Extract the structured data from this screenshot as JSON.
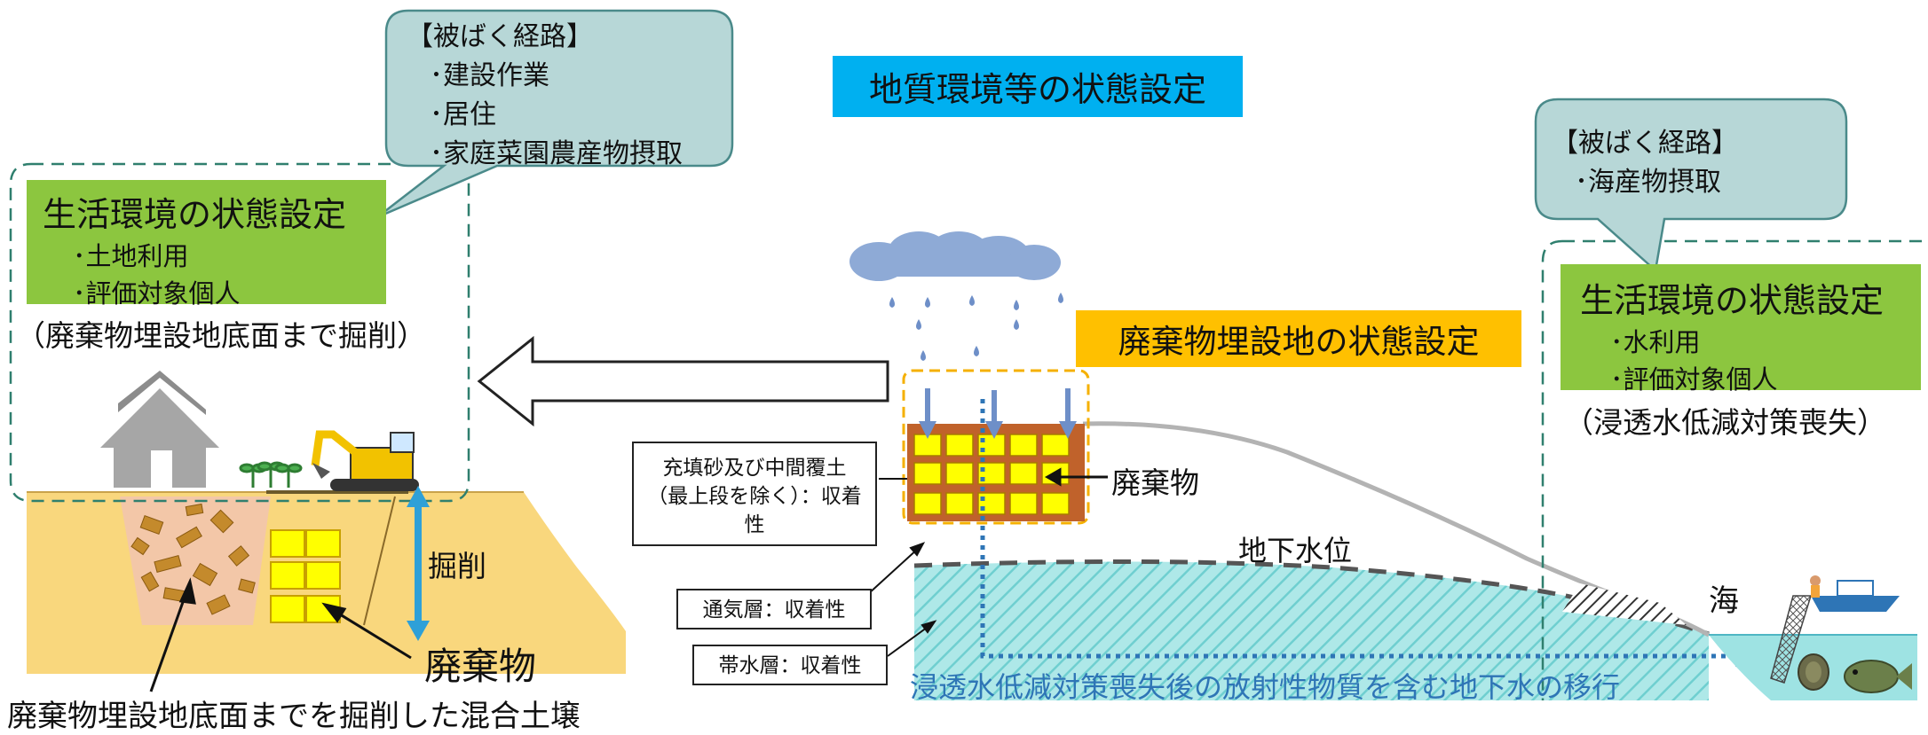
{
  "geology_title": "地質環境等の状態設定",
  "left": {
    "callout": {
      "heading": "【被ばく経路】",
      "items": [
        "･建設作業",
        "･居住",
        "･家庭菜園農産物摂取"
      ]
    },
    "living_title": "生活環境の状態設定",
    "living_items": [
      "･土地利用",
      "･評価対象個人"
    ],
    "note": "（廃棄物埋設地底面まで掘削）",
    "excavation_label": "掘削",
    "waste_label": "廃棄物",
    "mixed_soil_label": "廃棄物埋設地底面までを掘削した混合土壌"
  },
  "center": {
    "disposal_title": "廃棄物埋設地の状態設定",
    "fill_label": "充填砂及び中間覆土（最上段を除く）：収着性",
    "waste_label": "廃棄物",
    "groundwater_level": "地下水位",
    "vadose_label": "通気層：収着性",
    "aquifer_label": "帯水層：収着性",
    "migration_text": "浸透水低減対策喪失後の放射性物質を含む地下水の移行"
  },
  "right": {
    "callout": {
      "heading": "【被ばく経路】",
      "items": [
        "･海産物摂取"
      ]
    },
    "living_title": "生活環境の状態設定",
    "living_items": [
      "･水利用",
      "･評価対象個人"
    ],
    "note": "（浸透水低減対策喪失）",
    "sea_label": "海"
  },
  "colors": {
    "cyan_title_bg": "#00b0f0",
    "orange_title_bg": "#ffc000",
    "green_box": "#8cc63f",
    "callout_fill": "#b7d7d7",
    "ground": "#f9d77d",
    "waste_block": "#ffff00",
    "disposal_brown": "#c0622b",
    "aquifer": "#9ee3e3",
    "migration_arrow": "#2e75b6"
  },
  "icons": [
    "house-icon",
    "excavator-icon",
    "sprout-icon",
    "cloud-icon",
    "raindrop-icon",
    "boat-icon",
    "fish-icon",
    "shellfish-icon"
  ]
}
